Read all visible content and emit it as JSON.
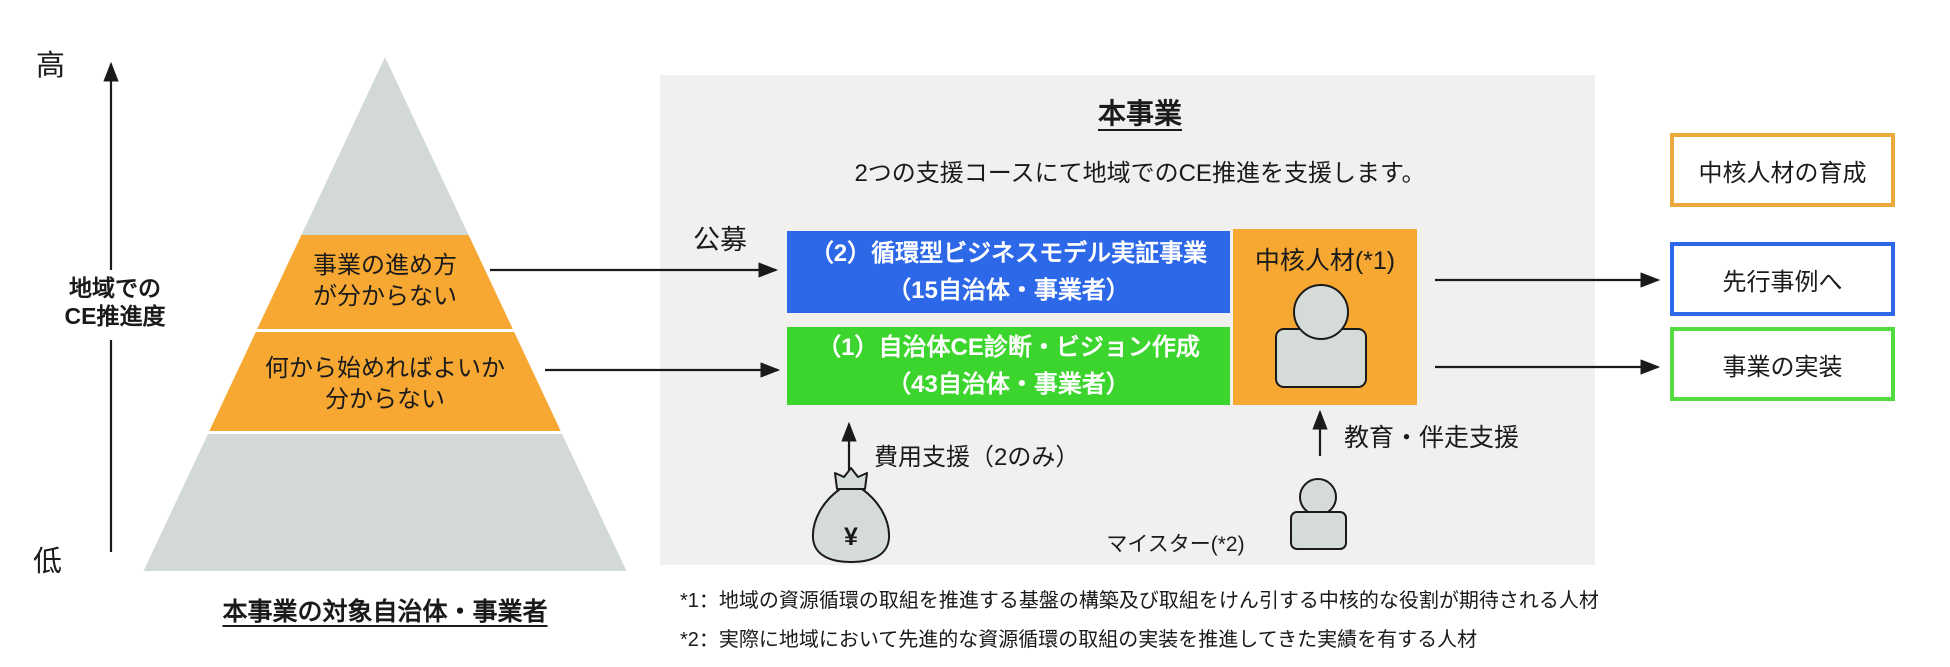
{
  "colors": {
    "orange": "#F6A832",
    "orange_border": "#EBA93C",
    "blue": "#2D68E8",
    "green": "#3CD52D",
    "green_border": "#55DB42",
    "pyramid_gray": "#D3DAD6",
    "panel_bg": "#F0F1EF",
    "icon_gray": "#D5DCD7",
    "line": "#1A1A1A"
  },
  "axis": {
    "high": "高",
    "low": "低",
    "label_line1": "地域での",
    "label_line2": "CE推進度"
  },
  "pyramid": {
    "band1_line1": "事業の進め方",
    "band1_line2": "が分からない",
    "band2_line1": "何から始めればよいか",
    "band2_line2": "分からない",
    "caption": "本事業の対象自治体・事業者"
  },
  "panel": {
    "title": "本事業",
    "subtitle": "2つの支援コースにて地域でのCE推進を支援します。",
    "apply_label": "公募",
    "course2_line1": "（2）循環型ビジネスモデル実証事業",
    "course2_line2": "（15自治体・事業者）",
    "course1_line1": "（1）自治体CE診断・ビジョン作成",
    "course1_line2": "（43自治体・事業者）",
    "core_person_label": "中核人材(*1)",
    "cost_support_label": "費用支援（2のみ）",
    "education_support_label": "教育・伴走支援",
    "meister_label": "マイスター(*2)",
    "yen_symbol": "¥"
  },
  "outcomes": {
    "box1": "中核人材の育成",
    "box2": "先行事例へ",
    "box3": "事業の実装"
  },
  "footnotes": {
    "note1": "*1：地域の資源循環の取組を推進する基盤の構築及び取組をけん引する中核的な役割が期待される人材",
    "note2": "*2：実際に地域において先進的な資源循環の取組の実装を推進してきた実績を有する人材"
  }
}
